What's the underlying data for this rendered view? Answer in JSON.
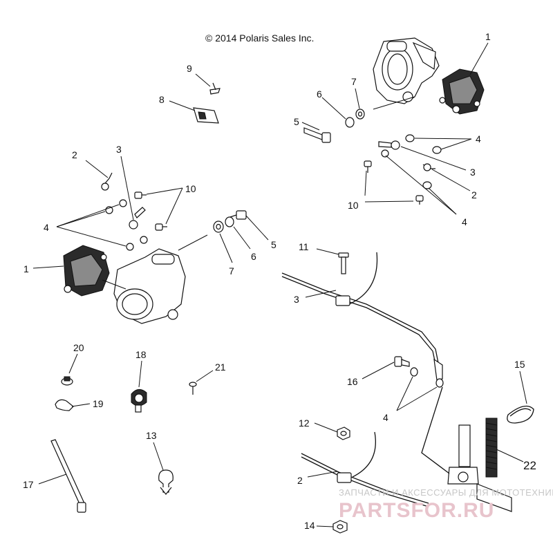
{
  "copyright": "© 2014 Polaris Sales Inc.",
  "callouts": {
    "c1_top": "1",
    "c7_top": "7",
    "c6_top": "6",
    "c5_top": "5",
    "c9": "9",
    "c8": "8",
    "c4_top": "4",
    "c3_top": "3",
    "c2_top": "2",
    "c10_top": "10",
    "c4_top2": "4",
    "c2_left": "2",
    "c3_left": "3",
    "c10_left": "10",
    "c4_left": "4",
    "c5_left": "5",
    "c6_left": "6",
    "c7_left": "7",
    "c1_left": "1",
    "c11": "11",
    "c3_hose": "3",
    "c20": "20",
    "c18": "18",
    "c21": "21",
    "c19": "19",
    "c16": "16",
    "c4_hose": "4",
    "c15": "15",
    "c13": "13",
    "c12": "12",
    "c22": "22",
    "c17": "17",
    "c2_hose": "2",
    "c14": "14"
  },
  "watermark": {
    "line1": "ЗАПЧАСТИ И АКСЕССУАРЫ ДЛЯ МОТОТЕХНИКИ",
    "line2": "PARTSFOR.RU"
  },
  "colors": {
    "ink": "#111111",
    "background": "#ffffff",
    "watermark": "#e8c4cc"
  }
}
